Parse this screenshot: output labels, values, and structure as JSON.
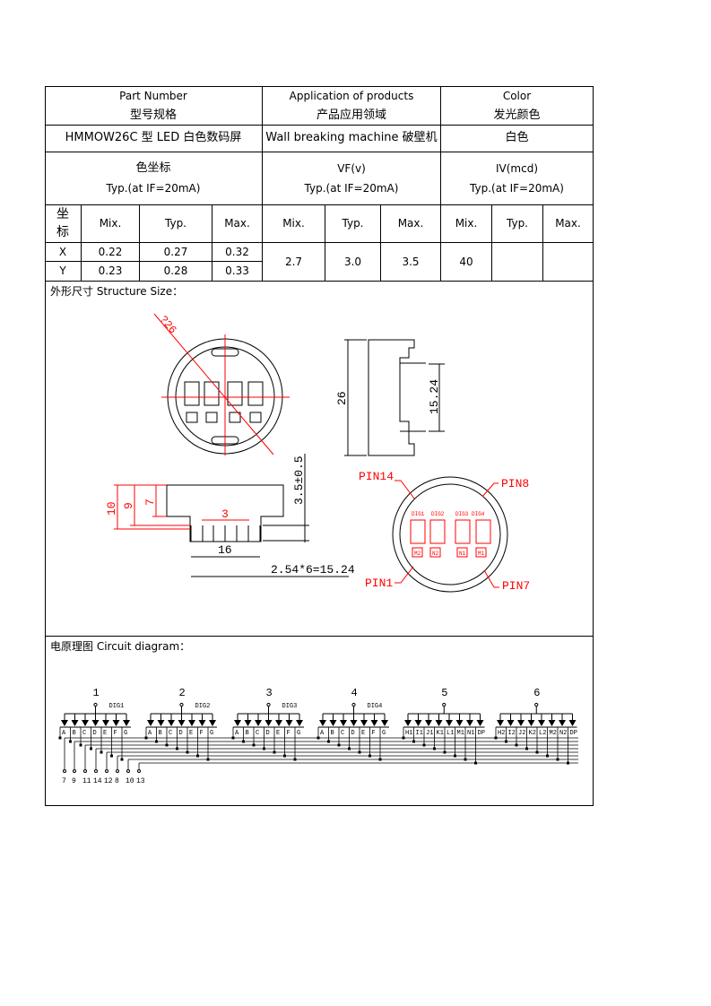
{
  "header": {
    "part_number_en": "Part Number",
    "part_number_cn": "型号规格",
    "application_en": "Application of products",
    "application_cn": "产品应用领域",
    "color_en": "Color",
    "color_cn": "发光颜色"
  },
  "product": {
    "part": "HMMOW26C 型 LED 白色数码屏",
    "application": "Wall breaking machine 破壁机",
    "color": "白色"
  },
  "params": {
    "coord_title": "色坐标",
    "coord_cond": "Typ.(at IF=20mA)",
    "vf_title": "VF(v)",
    "vf_cond": "Typ.(at IF=20mA)",
    "iv_title": "IV(mcd)",
    "iv_cond": "Typ.(at IF=20mA)"
  },
  "subheaders": {
    "coord_label_1": "坐",
    "coord_label_2": "标",
    "min": "Mix.",
    "typ": "Typ.",
    "max": "Max."
  },
  "rows": [
    {
      "axis": "X",
      "min": "0.22",
      "typ": "0.27",
      "max": "0.32"
    },
    {
      "axis": "Y",
      "min": "0.23",
      "typ": "0.28",
      "max": "0.33"
    }
  ],
  "vf": {
    "min": "2.7",
    "typ": "3.0",
    "max": "3.5"
  },
  "iv": {
    "min": "40",
    "typ": "",
    "max": ""
  },
  "structure": {
    "title": "外形尺寸 Structure Size：",
    "dia": "?26",
    "height": "26",
    "pin_span": "15.24",
    "pin_len": "3.5±0.5",
    "d10": "10",
    "d9": "9",
    "d7": "7",
    "d3": "3",
    "d16": "16",
    "pitch": "2.54*6=15.24",
    "pin14": "PIN14",
    "pin8": "PIN8",
    "pin1": "PIN1",
    "pin7": "PIN7",
    "digs": [
      "DIG1",
      "DIG2",
      "DIG3",
      "DIG4"
    ],
    "boxes": [
      "M2",
      "N2",
      "N1",
      "M1"
    ]
  },
  "circuit": {
    "title": "电原理图 Circuit diagram：",
    "groups": [
      {
        "num": "1",
        "dig": "DIG1",
        "segs": [
          "A",
          "B",
          "C",
          "D",
          "E",
          "F",
          "G"
        ]
      },
      {
        "num": "2",
        "dig": "DIG2",
        "segs": [
          "A",
          "B",
          "C",
          "D",
          "E",
          "F",
          "G"
        ]
      },
      {
        "num": "3",
        "dig": "DIG3",
        "segs": [
          "A",
          "B",
          "C",
          "D",
          "E",
          "F",
          "G"
        ]
      },
      {
        "num": "4",
        "dig": "DIG4",
        "segs": [
          "A",
          "B",
          "C",
          "D",
          "E",
          "F",
          "G"
        ]
      },
      {
        "num": "5",
        "dig": "",
        "segs": [
          "H1",
          "I1",
          "J1",
          "K1",
          "L1",
          "M1",
          "N1",
          "DP"
        ]
      },
      {
        "num": "6",
        "dig": "",
        "segs": [
          "H2",
          "I2",
          "J2",
          "K2",
          "L2",
          "M2",
          "N2",
          "DP"
        ]
      }
    ],
    "pins": [
      "7",
      "9",
      "11",
      "14",
      "12",
      "8",
      "10",
      "13"
    ]
  }
}
